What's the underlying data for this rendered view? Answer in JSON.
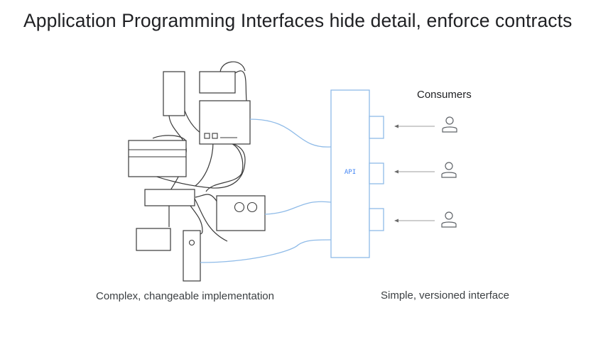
{
  "title": "Application Programming Interfaces hide detail, enforce contracts",
  "left_caption": "Complex, changeable implementation",
  "right_caption": "Simple, versioned interface",
  "consumers_label": "Consumers",
  "api_label": "API",
  "colors": {
    "lines": "#3a3a3a",
    "api": "#8fbbe8",
    "api_text": "#4285f4",
    "arrows": "#9e9e9e"
  },
  "icons": [
    "user-icon",
    "user-icon",
    "user-icon"
  ]
}
